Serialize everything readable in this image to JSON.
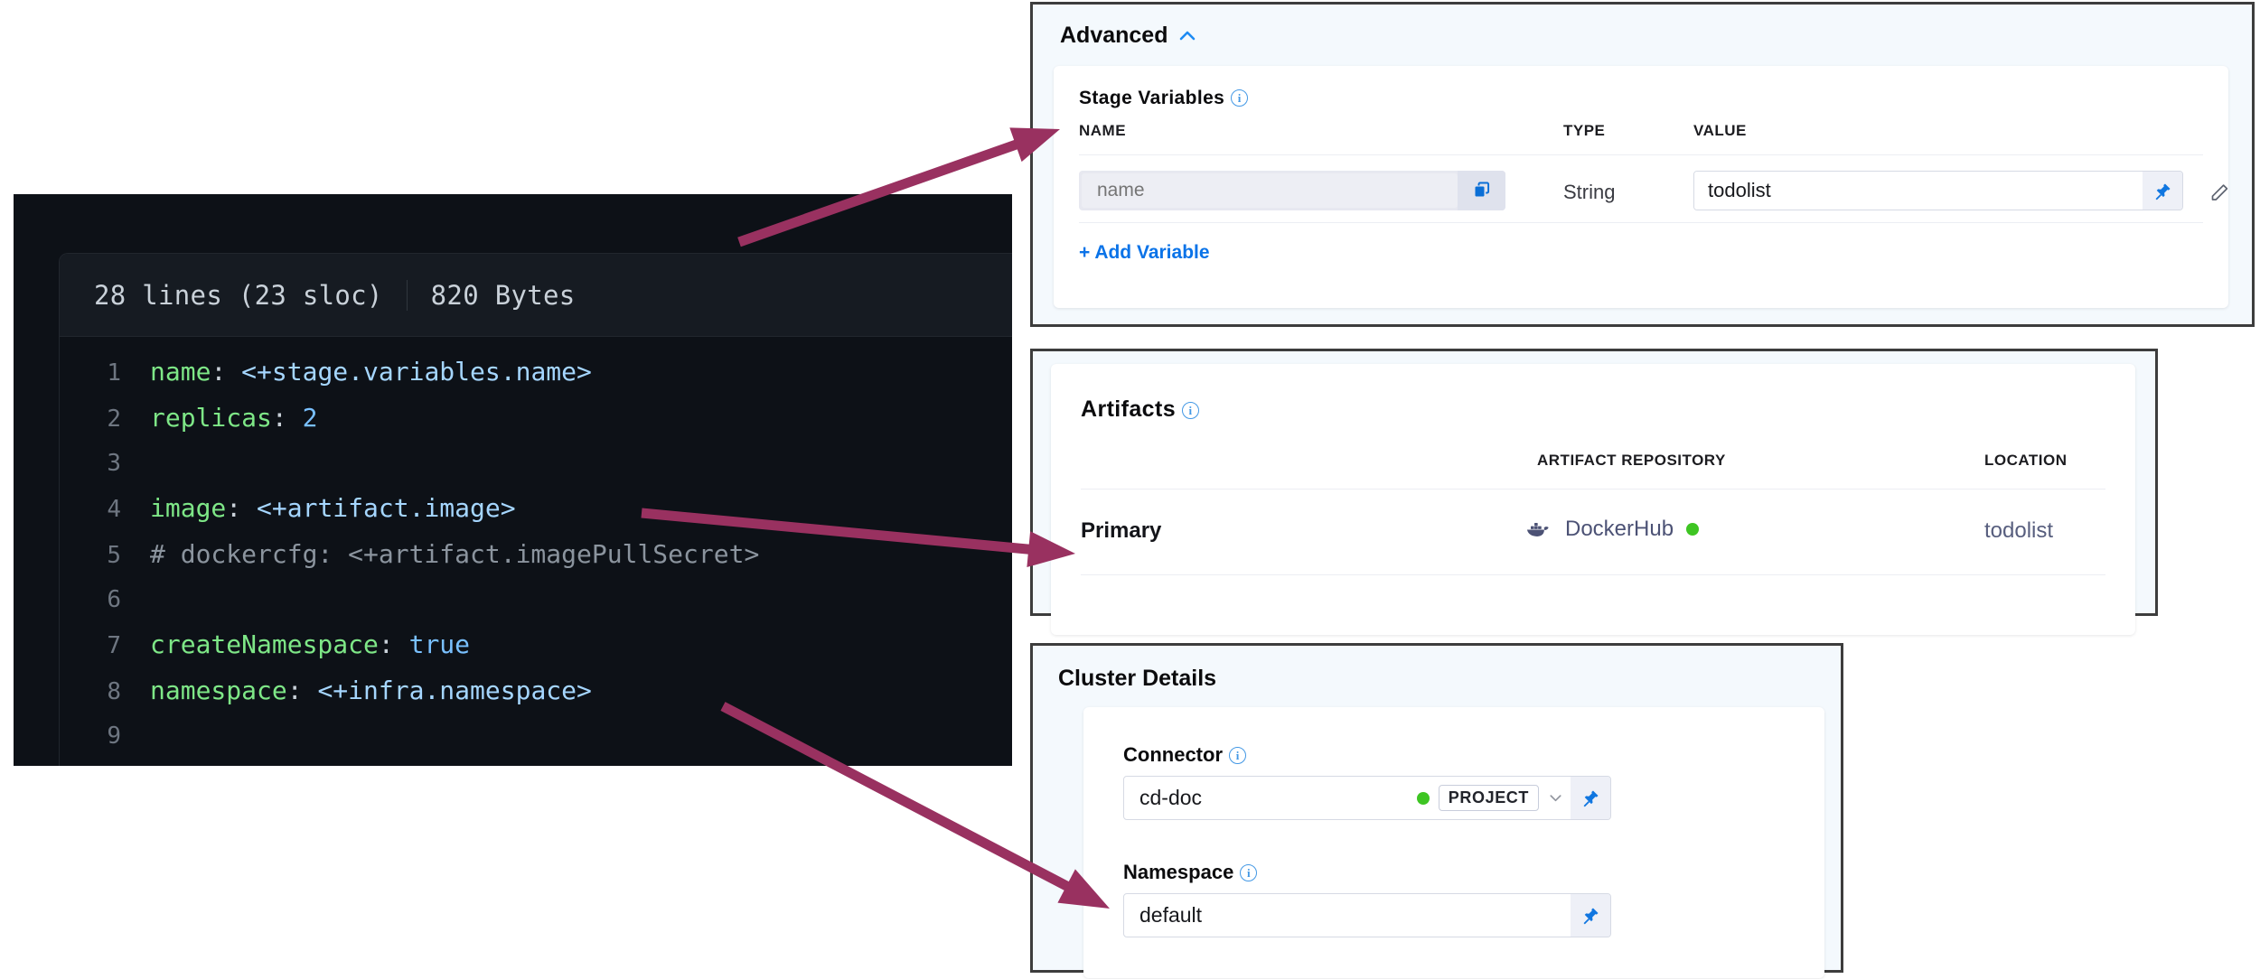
{
  "code_viewer": {
    "lines_label": "28 lines (23 sloc)",
    "size_label": "820 Bytes",
    "lines": [
      {
        "no": "1",
        "segments": [
          {
            "t": "name",
            "c": "k-key"
          },
          {
            "t": ": ",
            "c": "k-punc"
          },
          {
            "t": "<+stage.variables.name>",
            "c": "k-expr"
          }
        ]
      },
      {
        "no": "2",
        "segments": [
          {
            "t": "replicas",
            "c": "k-key"
          },
          {
            "t": ": ",
            "c": "k-punc"
          },
          {
            "t": "2",
            "c": "k-num"
          }
        ]
      },
      {
        "no": "3",
        "segments": []
      },
      {
        "no": "4",
        "segments": [
          {
            "t": "image",
            "c": "k-key"
          },
          {
            "t": ": ",
            "c": "k-punc"
          },
          {
            "t": "<+artifact.image>",
            "c": "k-expr"
          }
        ]
      },
      {
        "no": "5",
        "segments": [
          {
            "t": "# dockercfg: <+artifact.imagePullSecret>",
            "c": "k-com"
          }
        ]
      },
      {
        "no": "6",
        "segments": []
      },
      {
        "no": "7",
        "segments": [
          {
            "t": "createNamespace",
            "c": "k-key"
          },
          {
            "t": ": ",
            "c": "k-punc"
          },
          {
            "t": "true",
            "c": "k-bool"
          }
        ]
      },
      {
        "no": "8",
        "segments": [
          {
            "t": "namespace",
            "c": "k-key"
          },
          {
            "t": ": ",
            "c": "k-punc"
          },
          {
            "t": "<+infra.namespace>",
            "c": "k-expr"
          }
        ]
      },
      {
        "no": "9",
        "segments": []
      }
    ]
  },
  "advanced_panel": {
    "title": "Advanced",
    "collapse_icon": "chevron-up-icon",
    "stage_variables": {
      "title": "Stage Variables",
      "columns": {
        "name": "NAME",
        "type": "TYPE",
        "value": "VALUE"
      },
      "rows": [
        {
          "name_placeholder": "name",
          "name_value": "",
          "type": "String",
          "value": "todolist",
          "copy_icon": "copy-icon",
          "pin_icon": "pin-icon",
          "edit_icon": "pencil-icon",
          "delete_icon": "trash-icon"
        }
      ],
      "add_variable_label": "+ Add Variable"
    }
  },
  "artifacts_panel": {
    "title": "Artifacts",
    "columns": {
      "type": "",
      "repository": "ARTIFACT REPOSITORY",
      "location": "LOCATION"
    },
    "rows": [
      {
        "type": "Primary",
        "repository": "DockerHub",
        "repository_icon": "docker-whale-icon",
        "status": "connected",
        "status_color": "#3ec523",
        "location": "todolist"
      }
    ]
  },
  "cluster_details_panel": {
    "title": "Cluster Details",
    "connector": {
      "label": "Connector",
      "value": "cd-doc",
      "scope_badge": "PROJECT",
      "status_color": "#3ec523",
      "dropdown_icon": "chevron-down-icon",
      "pin_icon": "pin-icon"
    },
    "namespace": {
      "label": "Namespace",
      "value": "default",
      "pin_icon": "pin-icon"
    }
  },
  "annotations": {
    "arrow_color": "#993160",
    "arrows": [
      {
        "name": "arrow-to-stage-variable-name",
        "from": "code line 1 name: <+stage.variables.name>",
        "to": "Stage Variables NAME field"
      },
      {
        "name": "arrow-to-artifact-primary",
        "from": "code line 4 image: <+artifact.image>",
        "to": "Artifacts Primary row"
      },
      {
        "name": "arrow-to-namespace",
        "from": "code line 8 namespace: <+infra.namespace>",
        "to": "Cluster Details Namespace field"
      }
    ]
  },
  "colors": {
    "code_bg": "#0d1117",
    "panel_bg": "#f4f9fd",
    "panel_border": "#3d3d3d",
    "link_blue": "#0a73e8",
    "accent_green": "#3ec523"
  }
}
